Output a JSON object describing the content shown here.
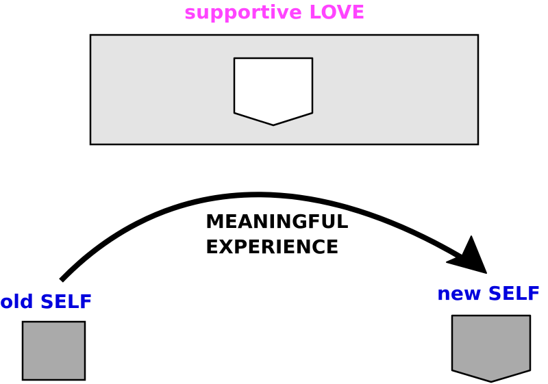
{
  "diagram": {
    "top_label": "supportive LOVE",
    "experience_line_1": "MEANINGFUL",
    "experience_line_2": "EXPERIENCE",
    "old_self_label": "old SELF",
    "new_self_label": "new SELF"
  },
  "colors": {
    "love_label": "#ff44ff",
    "self_label": "#0000dd",
    "text": "#000000",
    "container_fill": "#e4e4e4",
    "self_fill": "#aaaaaa",
    "slot_fill": "#ffffff",
    "stroke": "#000000"
  },
  "icons": {
    "slot_shape": "pentagon-down-icon",
    "old_self_shape": "square-icon",
    "new_self_shape": "pentagon-down-icon",
    "arrow": "curved-arrow-icon"
  }
}
